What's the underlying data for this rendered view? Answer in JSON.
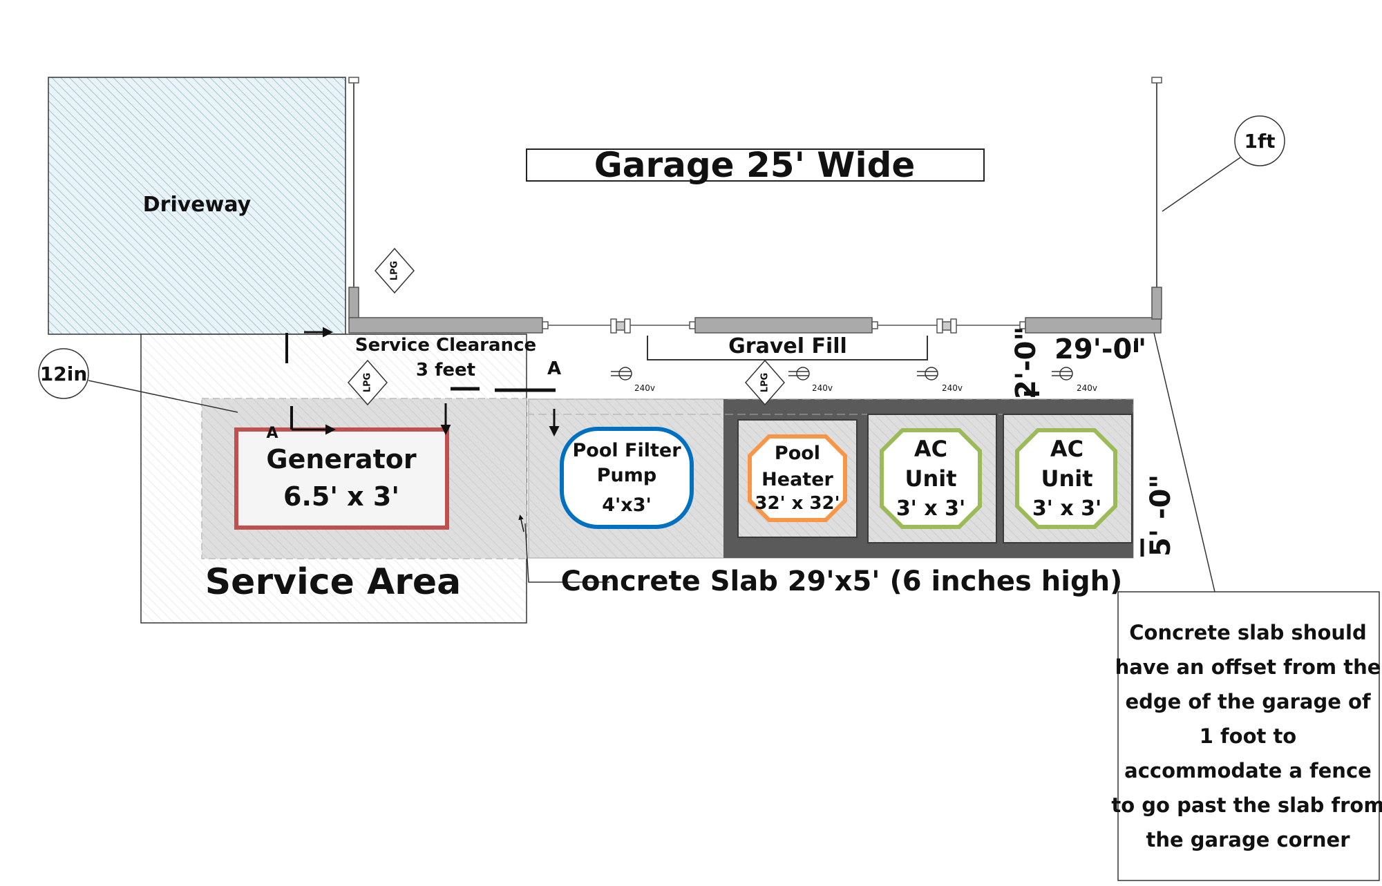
{
  "title": "Garage 25' Wide",
  "driveway": "Driveway",
  "service_clearance": [
    "Service Clearance",
    "3 feet"
  ],
  "gravel_fill": "Gravel Fill",
  "service_area": "Service Area",
  "slab_label": "Concrete Slab 29'x5' (6 inches high)",
  "callouts": {
    "left": "12in",
    "right": "1ft"
  },
  "dimensions": {
    "width": "29'-0\"",
    "offset": "2'-0\"",
    "depth": "5' -0\""
  },
  "section_marks": [
    "A",
    "A"
  ],
  "lpg_label": "LPG",
  "power_label": "240v",
  "equipment": {
    "generator": [
      "Generator",
      "6.5' x 3'"
    ],
    "pool_filter": [
      "Pool Filter",
      "Pump",
      "4'x3'"
    ],
    "pool_heater": [
      "Pool",
      "Heater",
      "32' x 32'"
    ],
    "ac_unit_1": [
      "AC",
      "Unit",
      "3' x 3'"
    ],
    "ac_unit_2": [
      "AC",
      "Unit",
      "3' x 3'"
    ]
  },
  "note": [
    "Concrete slab should",
    "have an offset from the",
    "edge of the garage of",
    "1 foot to",
    "accommodate a fence",
    "to go past the slab from",
    "the garage corner"
  ],
  "colors": {
    "generator": "#c0504d",
    "pool_filter": "#0070c0",
    "pool_heater": "#f79646",
    "ac_unit": "#9bbb59",
    "driveway_hatch": "#9fc6d6",
    "wall": "#aaaaaa",
    "slab_dark": "#5a5a5a"
  }
}
